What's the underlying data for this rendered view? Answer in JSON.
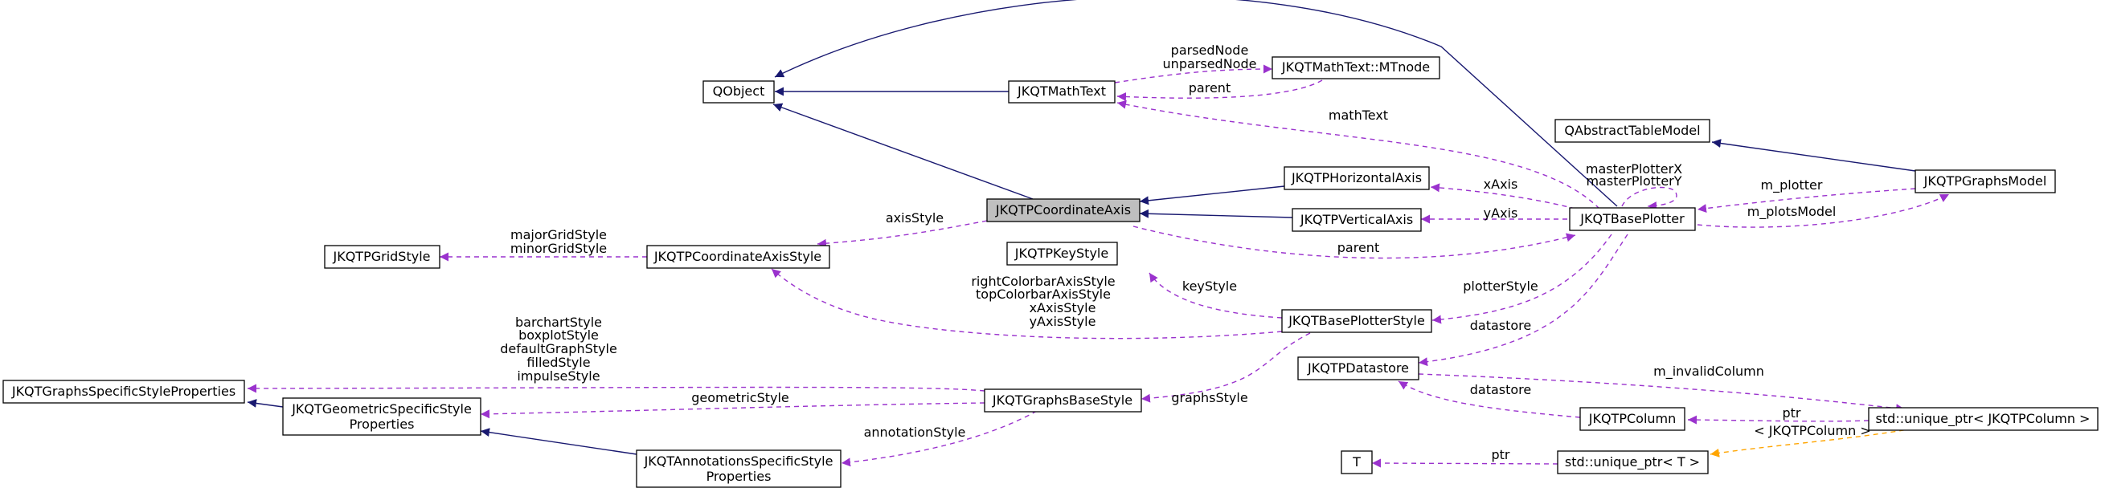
{
  "colors": {
    "inheritance": "#191970",
    "usage": "#9a32cd",
    "template": "#ffa500",
    "current_fill": "#bfbfbf"
  },
  "nodes": {
    "qobject": "QObject",
    "mathtext": "JKQTMathText",
    "mtnode": "JKQTMathText::MTnode",
    "coord_axis": "JKQTPCoordinateAxis",
    "horiz_axis": "JKQTPHorizontalAxis",
    "vert_axis": "JKQTPVerticalAxis",
    "base_plotter": "JKQTBasePlotter",
    "abstract_table": "QAbstractTableModel",
    "graphs_model": "JKQTPGraphsModel",
    "grid_style": "JKQTPGridStyle",
    "coord_axis_style": "JKQTPCoordinateAxisStyle",
    "key_style": "JKQTPKeyStyle",
    "base_plotter_style": "JKQTBasePlotterStyle",
    "datastore": "JKQTPDatastore",
    "graphs_specific": "JKQTGraphsSpecificStyleProperties",
    "geometric_specific": [
      "JKQTGeometricSpecificStyle",
      "Properties"
    ],
    "graphs_base_style": "JKQTGraphsBaseStyle",
    "annotations_specific": [
      "JKQTAnnotationsSpecificStyle",
      "Properties"
    ],
    "column": "JKQTPColumn",
    "unique_ptr_column": "std::unique_ptr< JKQTPColumn >",
    "t": "T",
    "unique_ptr_t": "std::unique_ptr< T >"
  },
  "edge_labels": {
    "mtnode_uses": [
      "parsedNode",
      "unparsedNode"
    ],
    "parent_mathtext": "parent",
    "mathtext": "mathText",
    "master_plotter": [
      "masterPlotterX",
      "masterPlotterY"
    ],
    "m_plotter": "m_plotter",
    "m_plots_model": "m_plotsModel",
    "x_axis": "xAxis",
    "y_axis": "yAxis",
    "axis_style": "axisStyle",
    "grid_style": [
      "majorGridStyle",
      "minorGridStyle"
    ],
    "parent_plotter": "parent",
    "axis_style_multi": [
      "rightColorbarAxisStyle",
      "topColorbarAxisStyle",
      "xAxisStyle",
      "yAxisStyle"
    ],
    "key_style": "keyStyle",
    "plotter_style": "plotterStyle",
    "datastore": "datastore",
    "graphs_style": "graphsStyle",
    "specific_styles": [
      "barchartStyle",
      "boxplotStyle",
      "defaultGraphStyle",
      "filledStyle",
      "impulseStyle"
    ],
    "geometric_style": "geometricStyle",
    "annotation_style": "annotationStyle",
    "m_invalid_column": "m_invalidColumn",
    "datastore_column": "datastore",
    "ptr_column": "ptr",
    "template_arg": "< JKQTPColumn >",
    "ptr_t": "ptr"
  }
}
